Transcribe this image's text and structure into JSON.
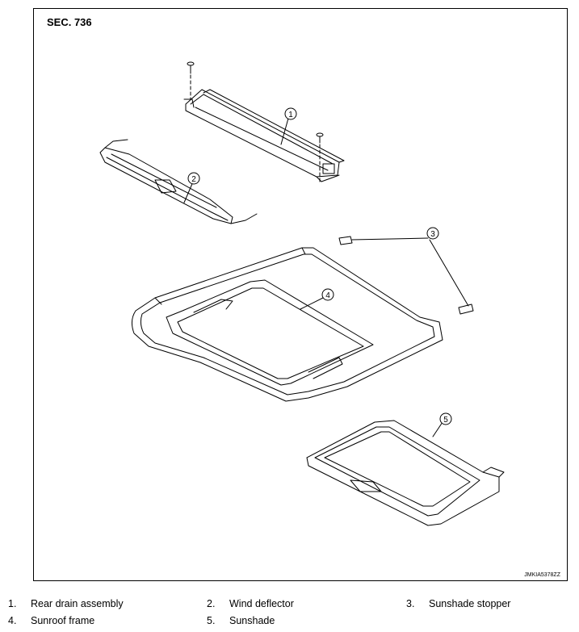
{
  "diagram": {
    "section": "SEC. 736",
    "reference_code": "JMKIA5378ZZ",
    "callouts": [
      "1",
      "2",
      "3",
      "4",
      "5"
    ]
  },
  "legend": [
    {
      "number": "1.",
      "name": "Rear drain assembly"
    },
    {
      "number": "2.",
      "name": "Wind deflector"
    },
    {
      "number": "3.",
      "name": "Sunshade stopper"
    },
    {
      "number": "4.",
      "name": "Sunroof frame"
    },
    {
      "number": "5.",
      "name": "Sunshade"
    }
  ]
}
